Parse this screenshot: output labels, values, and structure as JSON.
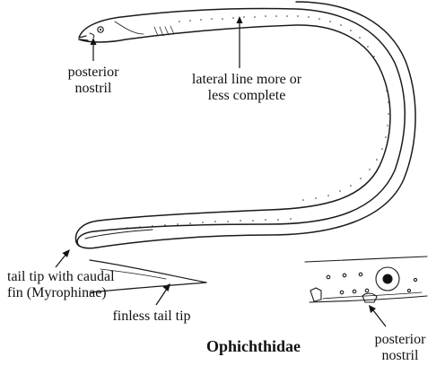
{
  "title": "Ophichthidae",
  "labels": {
    "posterior_nostril_top": [
      "posterior",
      "nostril"
    ],
    "lateral_line": [
      "lateral line more or",
      "less complete"
    ],
    "tail_tip_caudal": [
      "tail tip with caudal",
      "fin (Myrophinae)"
    ],
    "finless_tail_tip": "finless tail tip",
    "posterior_nostril_bottom": [
      "posterior",
      "nostril"
    ]
  }
}
